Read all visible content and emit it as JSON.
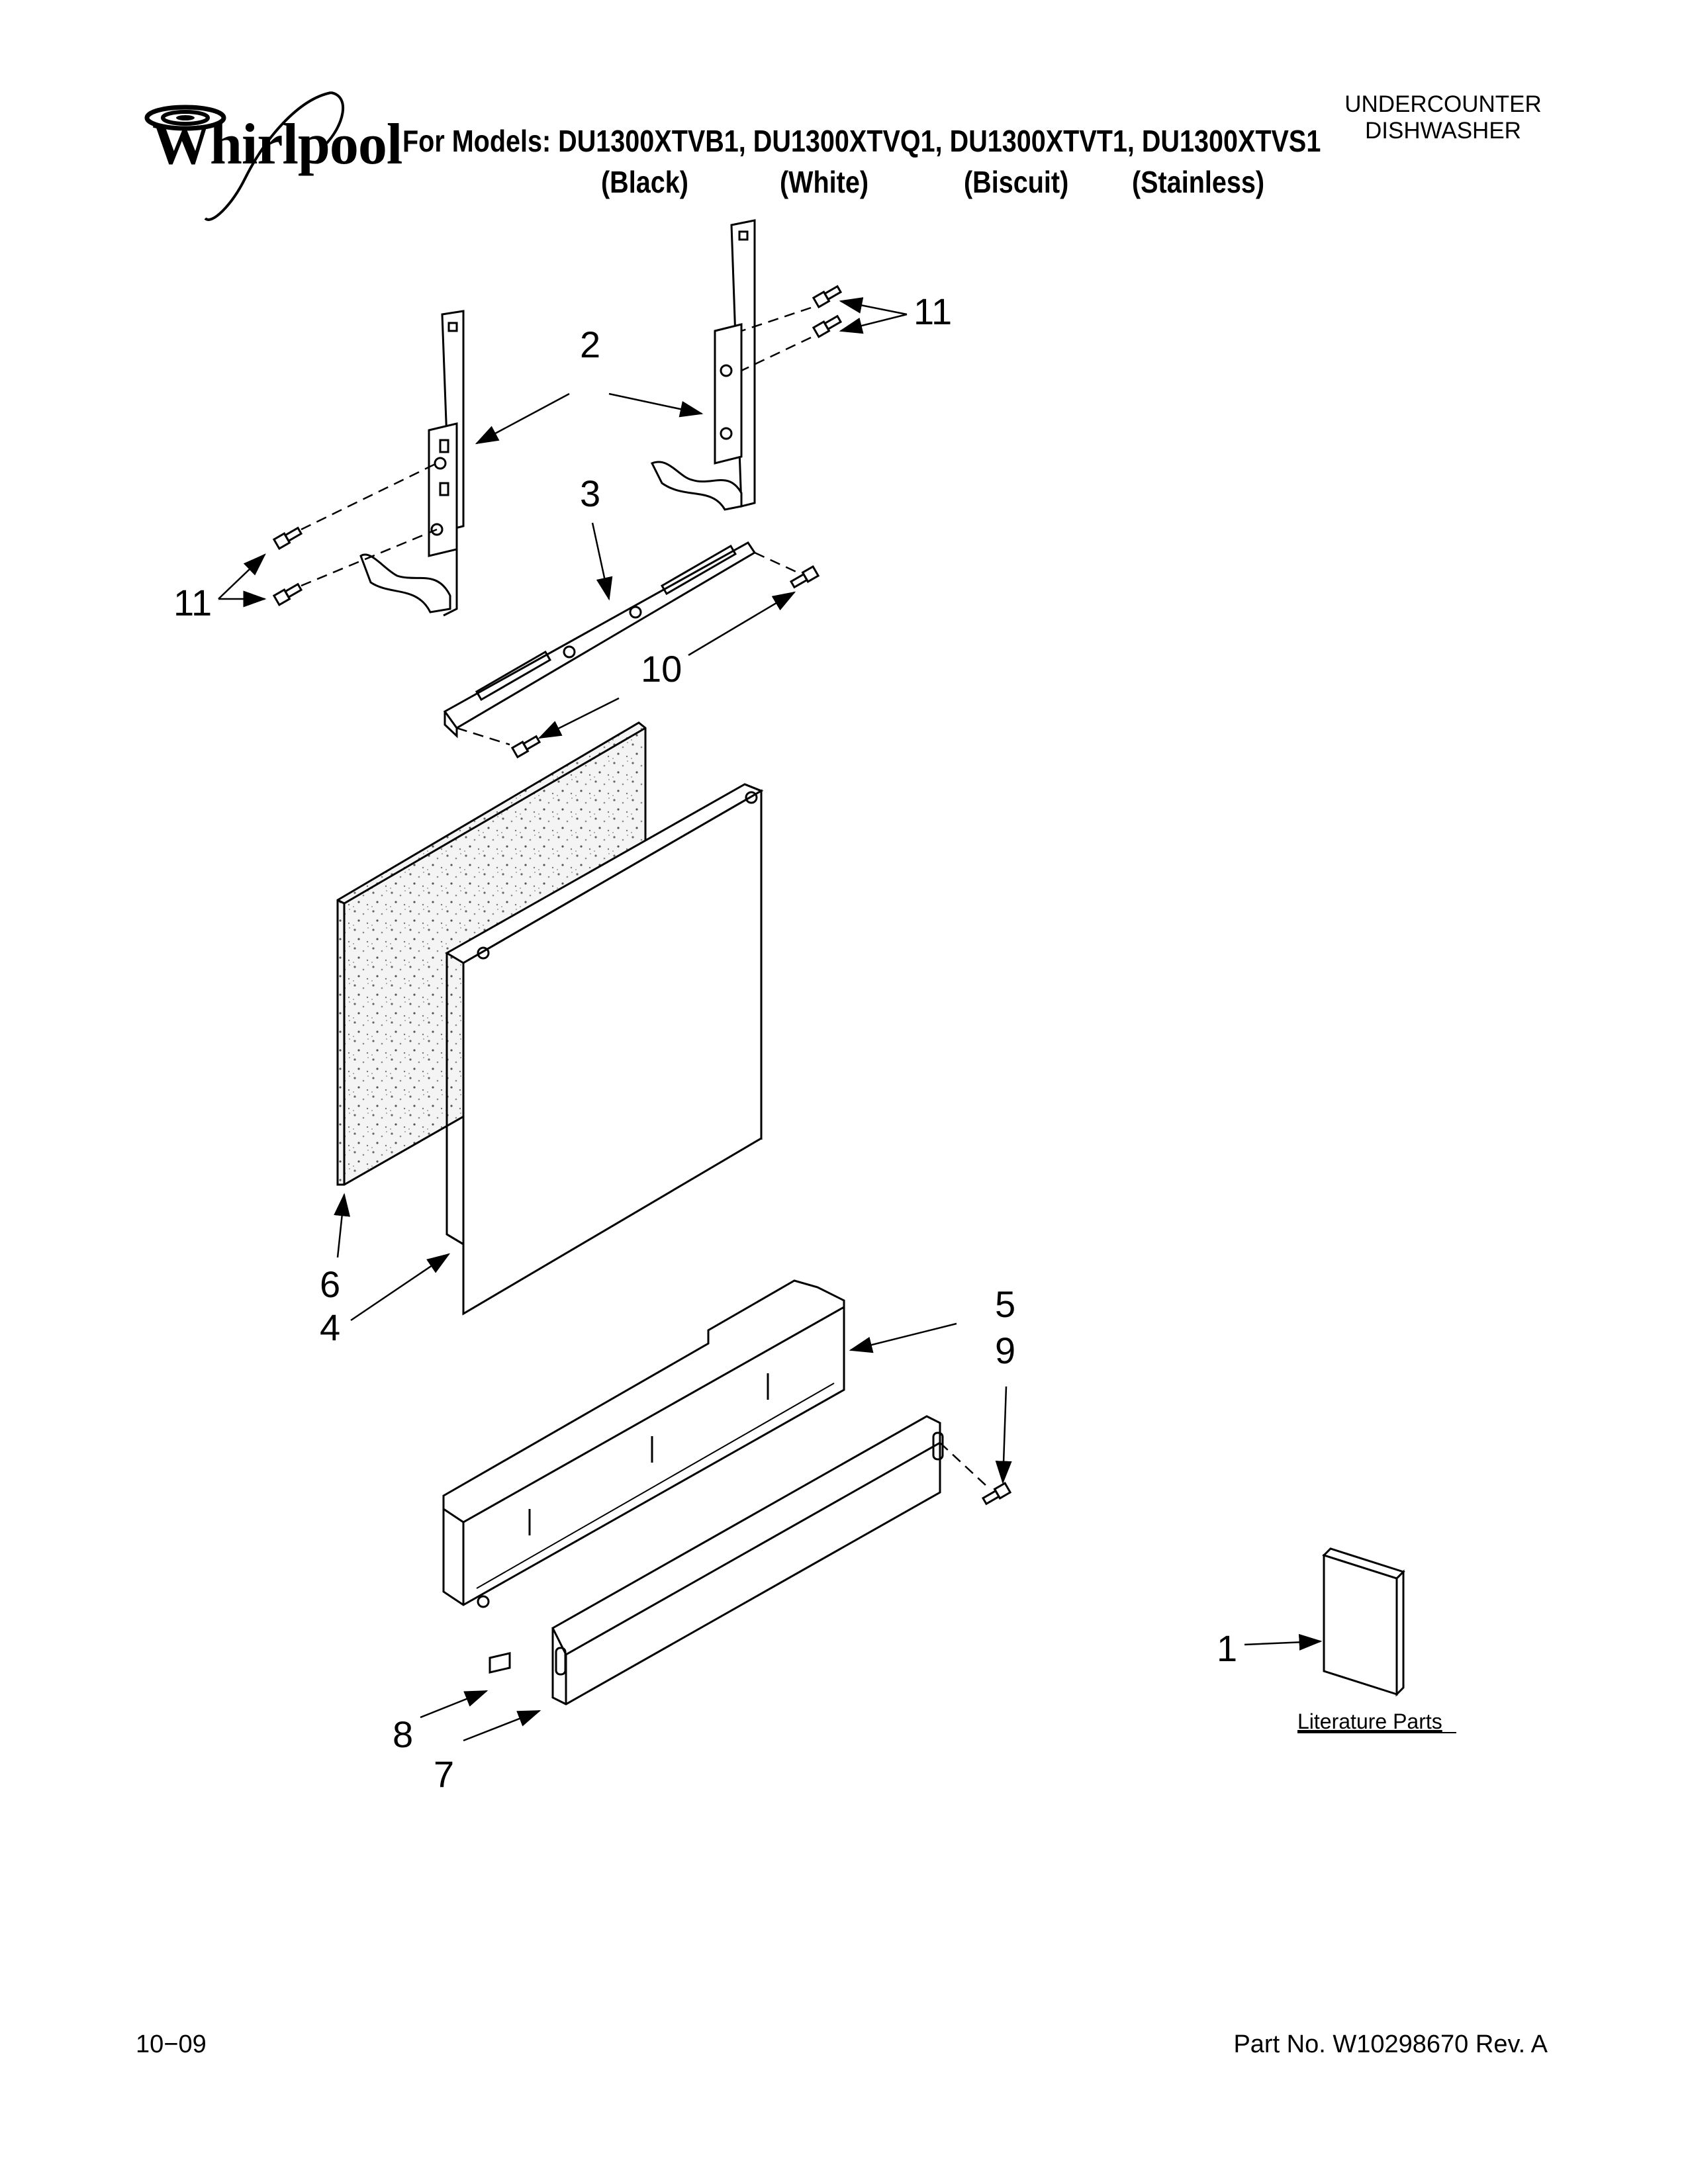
{
  "brand": {
    "name": "Whirlpool"
  },
  "header": {
    "models_line": "For Models: DU1300XTVB1, DU1300XTVQ1, DU1300XTVT1, DU1300XTVS1",
    "colors": [
      "(Black)",
      "(White)",
      "(Biscuit)",
      "(Stainless)"
    ],
    "product_line1": "UNDERCOUNTER",
    "product_line2": "DISHWASHER"
  },
  "callouts": {
    "c1": "1",
    "c2": "2",
    "c3": "3",
    "c4": "4",
    "c5": "5",
    "c6": "6",
    "c7": "7",
    "c8": "8",
    "c9": "9",
    "c10": "10",
    "c11a": "11",
    "c11b": "11"
  },
  "literature_label": "Literature Parts",
  "footer": {
    "date": "10−09",
    "part_no": "Part No. W10298670 Rev. A"
  }
}
